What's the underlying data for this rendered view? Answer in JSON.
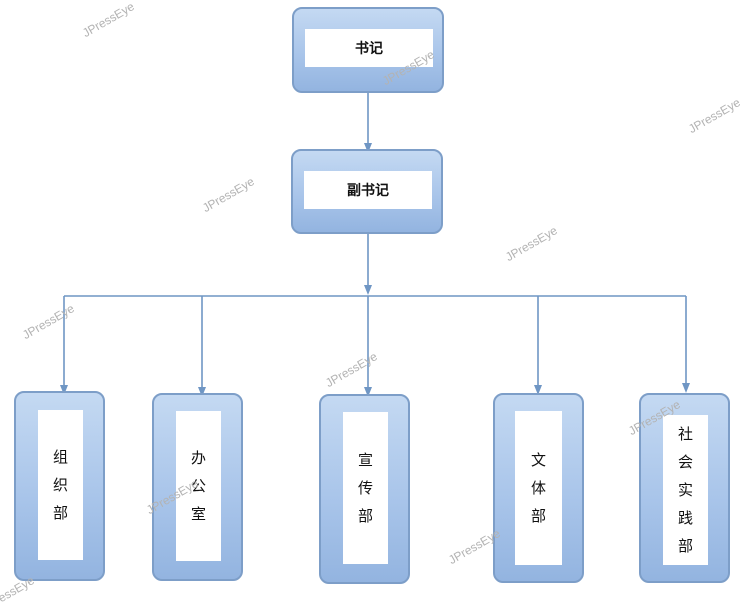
{
  "nodes": {
    "secretary": "书记",
    "deputy_secretary": "副书记",
    "departments": [
      {
        "id": "organization",
        "label": "组织部"
      },
      {
        "id": "office",
        "label": "办公室"
      },
      {
        "id": "publicity",
        "label": "宣传部"
      },
      {
        "id": "culture_sports",
        "label": "文体部"
      },
      {
        "id": "social_practice",
        "label": "社会实践部"
      }
    ]
  },
  "watermark": "JPressEye",
  "colors": {
    "line": "#6f96c4",
    "node_border": "#7d9ec8",
    "watermark": "#b3b3b3"
  }
}
